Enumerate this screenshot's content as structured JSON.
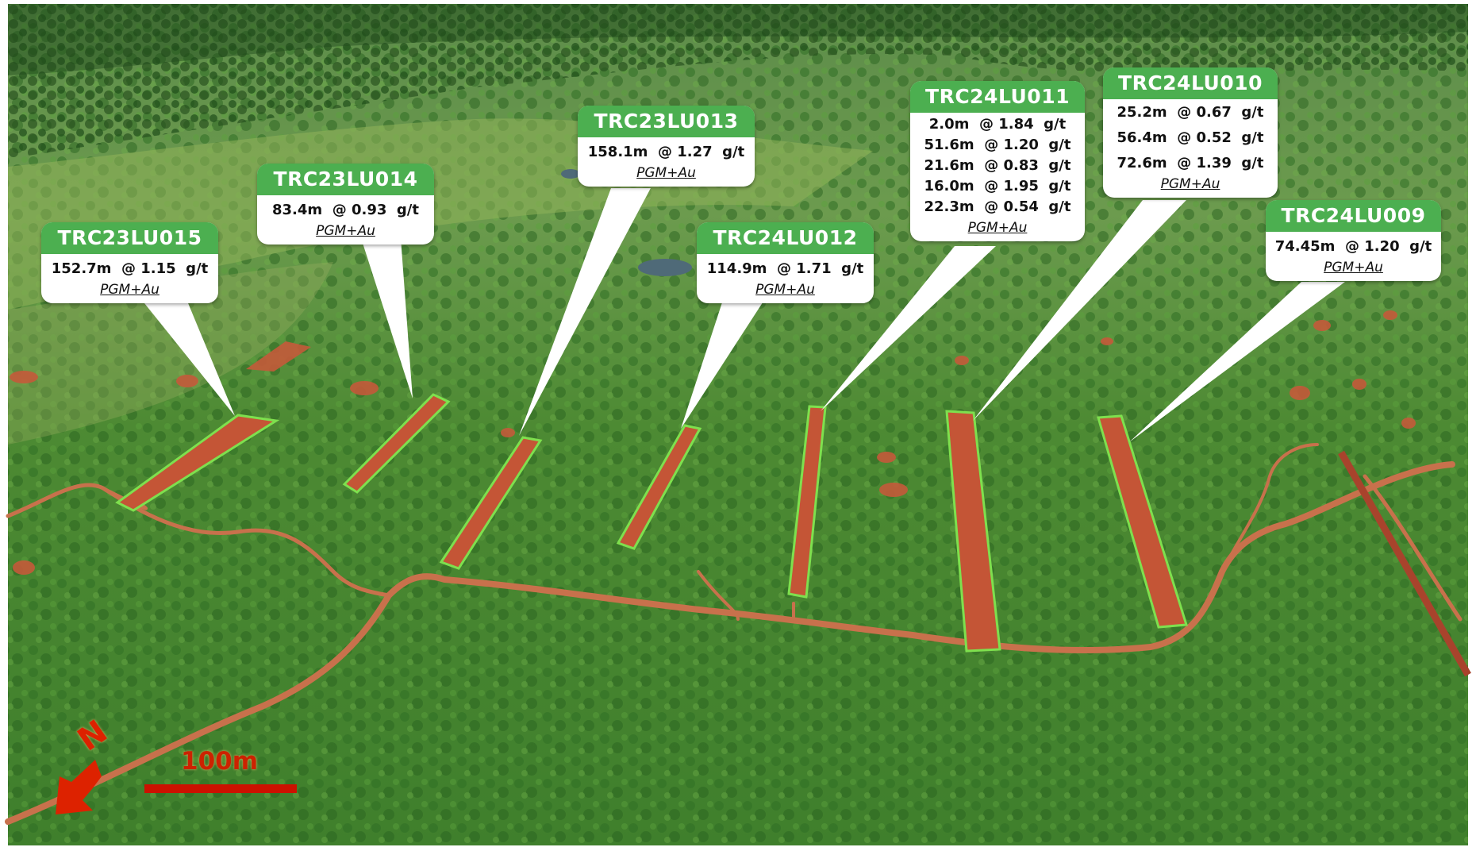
{
  "photo": {
    "description_colors": {
      "vegetation": "#3f8a2e",
      "soil": "#c0603c",
      "outline": "#6fd84a"
    }
  },
  "callouts": [
    {
      "id": "TRC23LU015",
      "title": "TRC23LU015",
      "lines": [
        "152.7m  @ 1.15  g/t"
      ],
      "sub": "PGM+Au"
    },
    {
      "id": "TRC23LU014",
      "title": "TRC23LU014",
      "lines": [
        "83.4m  @ 0.93  g/t"
      ],
      "sub": "PGM+Au"
    },
    {
      "id": "TRC23LU013",
      "title": "TRC23LU013",
      "lines": [
        "158.1m  @ 1.27  g/t"
      ],
      "sub": "PGM+Au"
    },
    {
      "id": "TRC24LU012",
      "title": "TRC24LU012",
      "lines": [
        "114.9m  @ 1.71  g/t"
      ],
      "sub": "PGM+Au"
    },
    {
      "id": "TRC24LU011",
      "title": "TRC24LU011",
      "lines": [
        "2.0m  @ 1.84  g/t",
        "51.6m  @ 1.20  g/t",
        "21.6m  @ 0.83  g/t",
        "16.0m  @ 1.95  g/t",
        "22.3m  @ 0.54  g/t"
      ],
      "sub": "PGM+Au"
    },
    {
      "id": "TRC24LU010",
      "title": "TRC24LU010",
      "lines": [
        "25.2m  @ 0.67  g/t",
        "56.4m  @ 0.52  g/t",
        "72.6m  @ 1.39  g/t"
      ],
      "sub": "PGM+Au"
    },
    {
      "id": "TRC24LU009",
      "title": "TRC24LU009",
      "lines": [
        "74.45m  @ 1.20  g/t"
      ],
      "sub": "PGM+Au"
    }
  ],
  "scale_bar": {
    "label": "100m",
    "color": "#cc1100"
  },
  "north_arrow": {
    "label": "N",
    "color": "#dd2200"
  }
}
